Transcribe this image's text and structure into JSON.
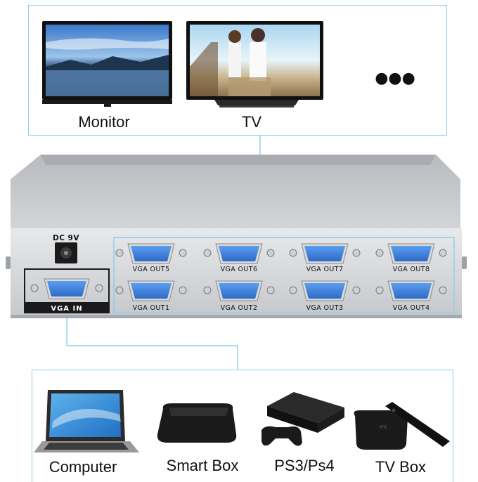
{
  "outputs": {
    "devices": [
      {
        "label": "Monitor",
        "icon": "monitor-icon"
      },
      {
        "label": "TV",
        "icon": "tv-icon"
      }
    ],
    "more": "●●●"
  },
  "splitter": {
    "dc_label": "DC 9V",
    "input_label": "VGA IN",
    "ports_top": [
      "VGA OUT5",
      "VGA OUT6",
      "VGA OUT7",
      "VGA OUT8"
    ],
    "ports_bottom": [
      "VGA OUT1",
      "VGA OUT2",
      "VGA OUT3",
      "VGA OUT4"
    ]
  },
  "sources": {
    "devices": [
      {
        "label": "Computer",
        "icon": "laptop-icon"
      },
      {
        "label": "Smart Box",
        "icon": "smart-box-icon"
      },
      {
        "label": "PS3/Ps4",
        "icon": "game-console-icon"
      },
      {
        "label": "TV Box",
        "icon": "tv-box-icon"
      }
    ]
  },
  "colors": {
    "line": "#8fd0ec",
    "vga_port": "#3c7fd6",
    "chassis": "#c9cbce"
  }
}
